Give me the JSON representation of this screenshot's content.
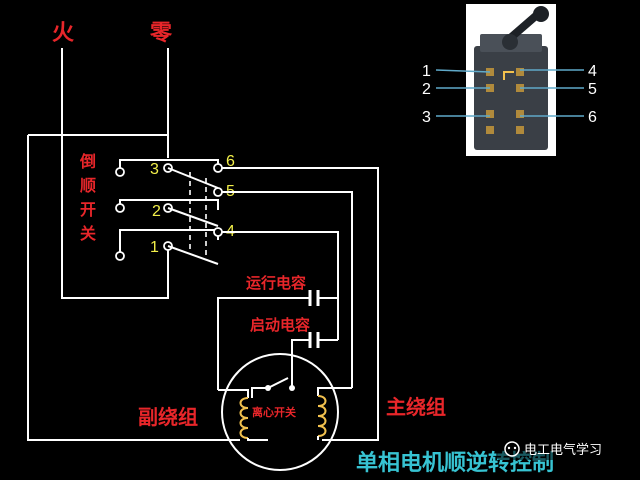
{
  "diagram": {
    "labels": {
      "live": "火",
      "neutral": "零",
      "reversing_switch": [
        "倒",
        "顺",
        "开",
        "关"
      ],
      "run_capacitor": "运行电容",
      "start_capacitor": "启动电容",
      "aux_winding": "副绕组",
      "main_winding": "主绕组",
      "centrifugal_switch": "离心开关",
      "title": "单相电机顺逆转控制"
    },
    "switch_terminals": [
      "1",
      "2",
      "3",
      "4",
      "5",
      "6"
    ],
    "switch_photo_terminals": {
      "left": [
        "1",
        "2",
        "3"
      ],
      "right": [
        "4",
        "5",
        "6"
      ]
    },
    "watermark": "电工电气学习",
    "colors": {
      "label_red": "#e8262a",
      "terminal_yellow": "#f2ef4a",
      "title_cyan": "#37c3d2",
      "background": "#000000"
    }
  }
}
